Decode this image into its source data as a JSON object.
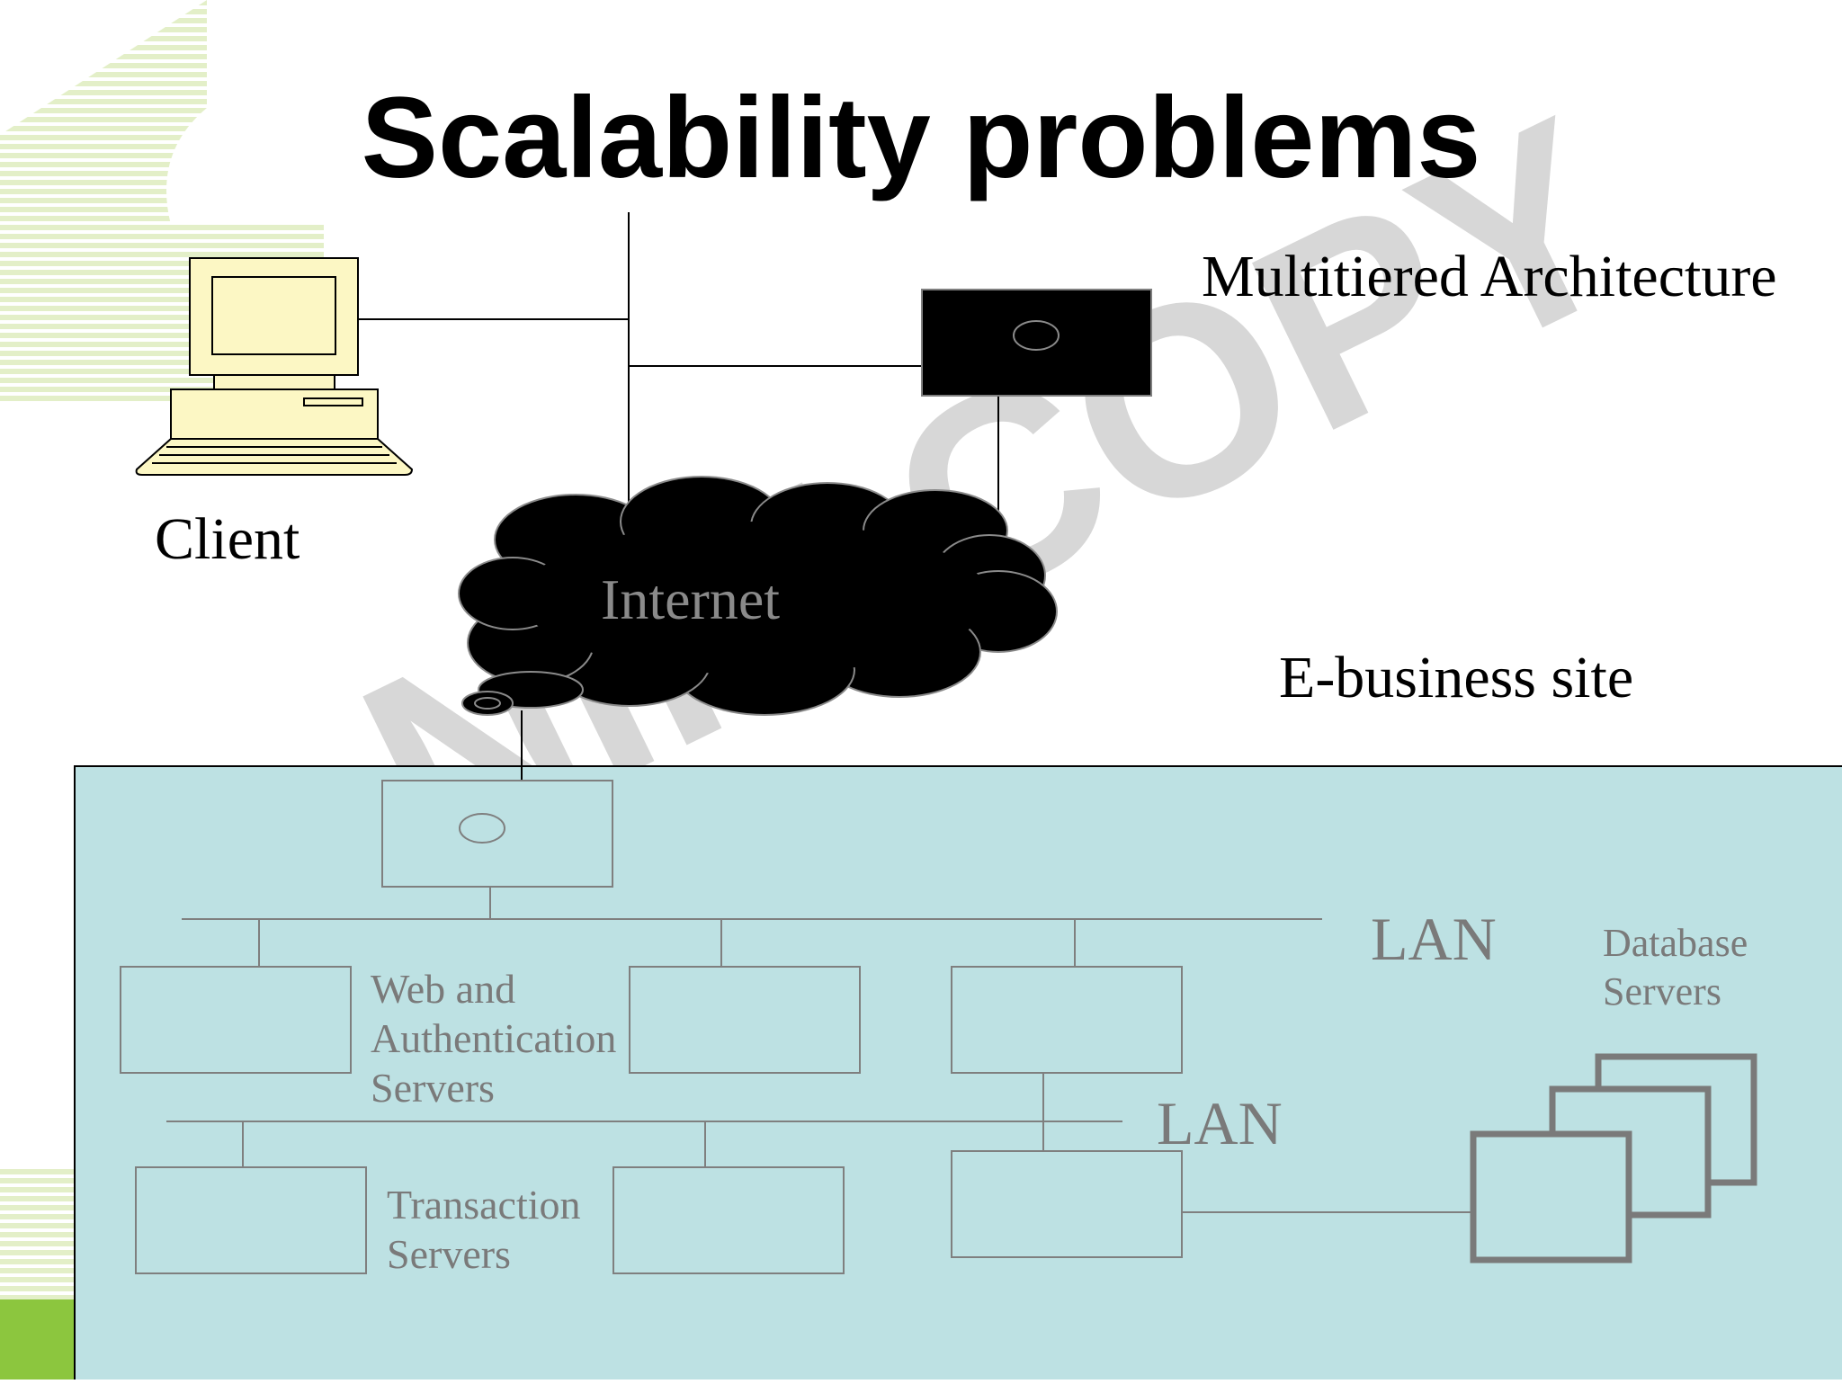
{
  "slide": {
    "title": "Scalability problems",
    "subtitle": "Multitiered Architecture",
    "watermark": "NIIT COPY"
  },
  "diagram": {
    "client_label": "Client",
    "internet_label": "Internet",
    "site_label": "E-business site",
    "lan_labels": [
      "LAN",
      "LAN"
    ],
    "web_auth_label": [
      "Web and",
      "Authentication",
      "Servers"
    ],
    "transaction_label": [
      "Transaction",
      "Servers"
    ],
    "database_label": [
      "Database",
      "Servers"
    ]
  },
  "colors": {
    "site_fill": "#bde1e3",
    "box_stroke": "#7f7f7f",
    "accent_green": "#8cc63e",
    "cloud_fill": "#000000",
    "monitor_fill": "#fcf7c4"
  }
}
